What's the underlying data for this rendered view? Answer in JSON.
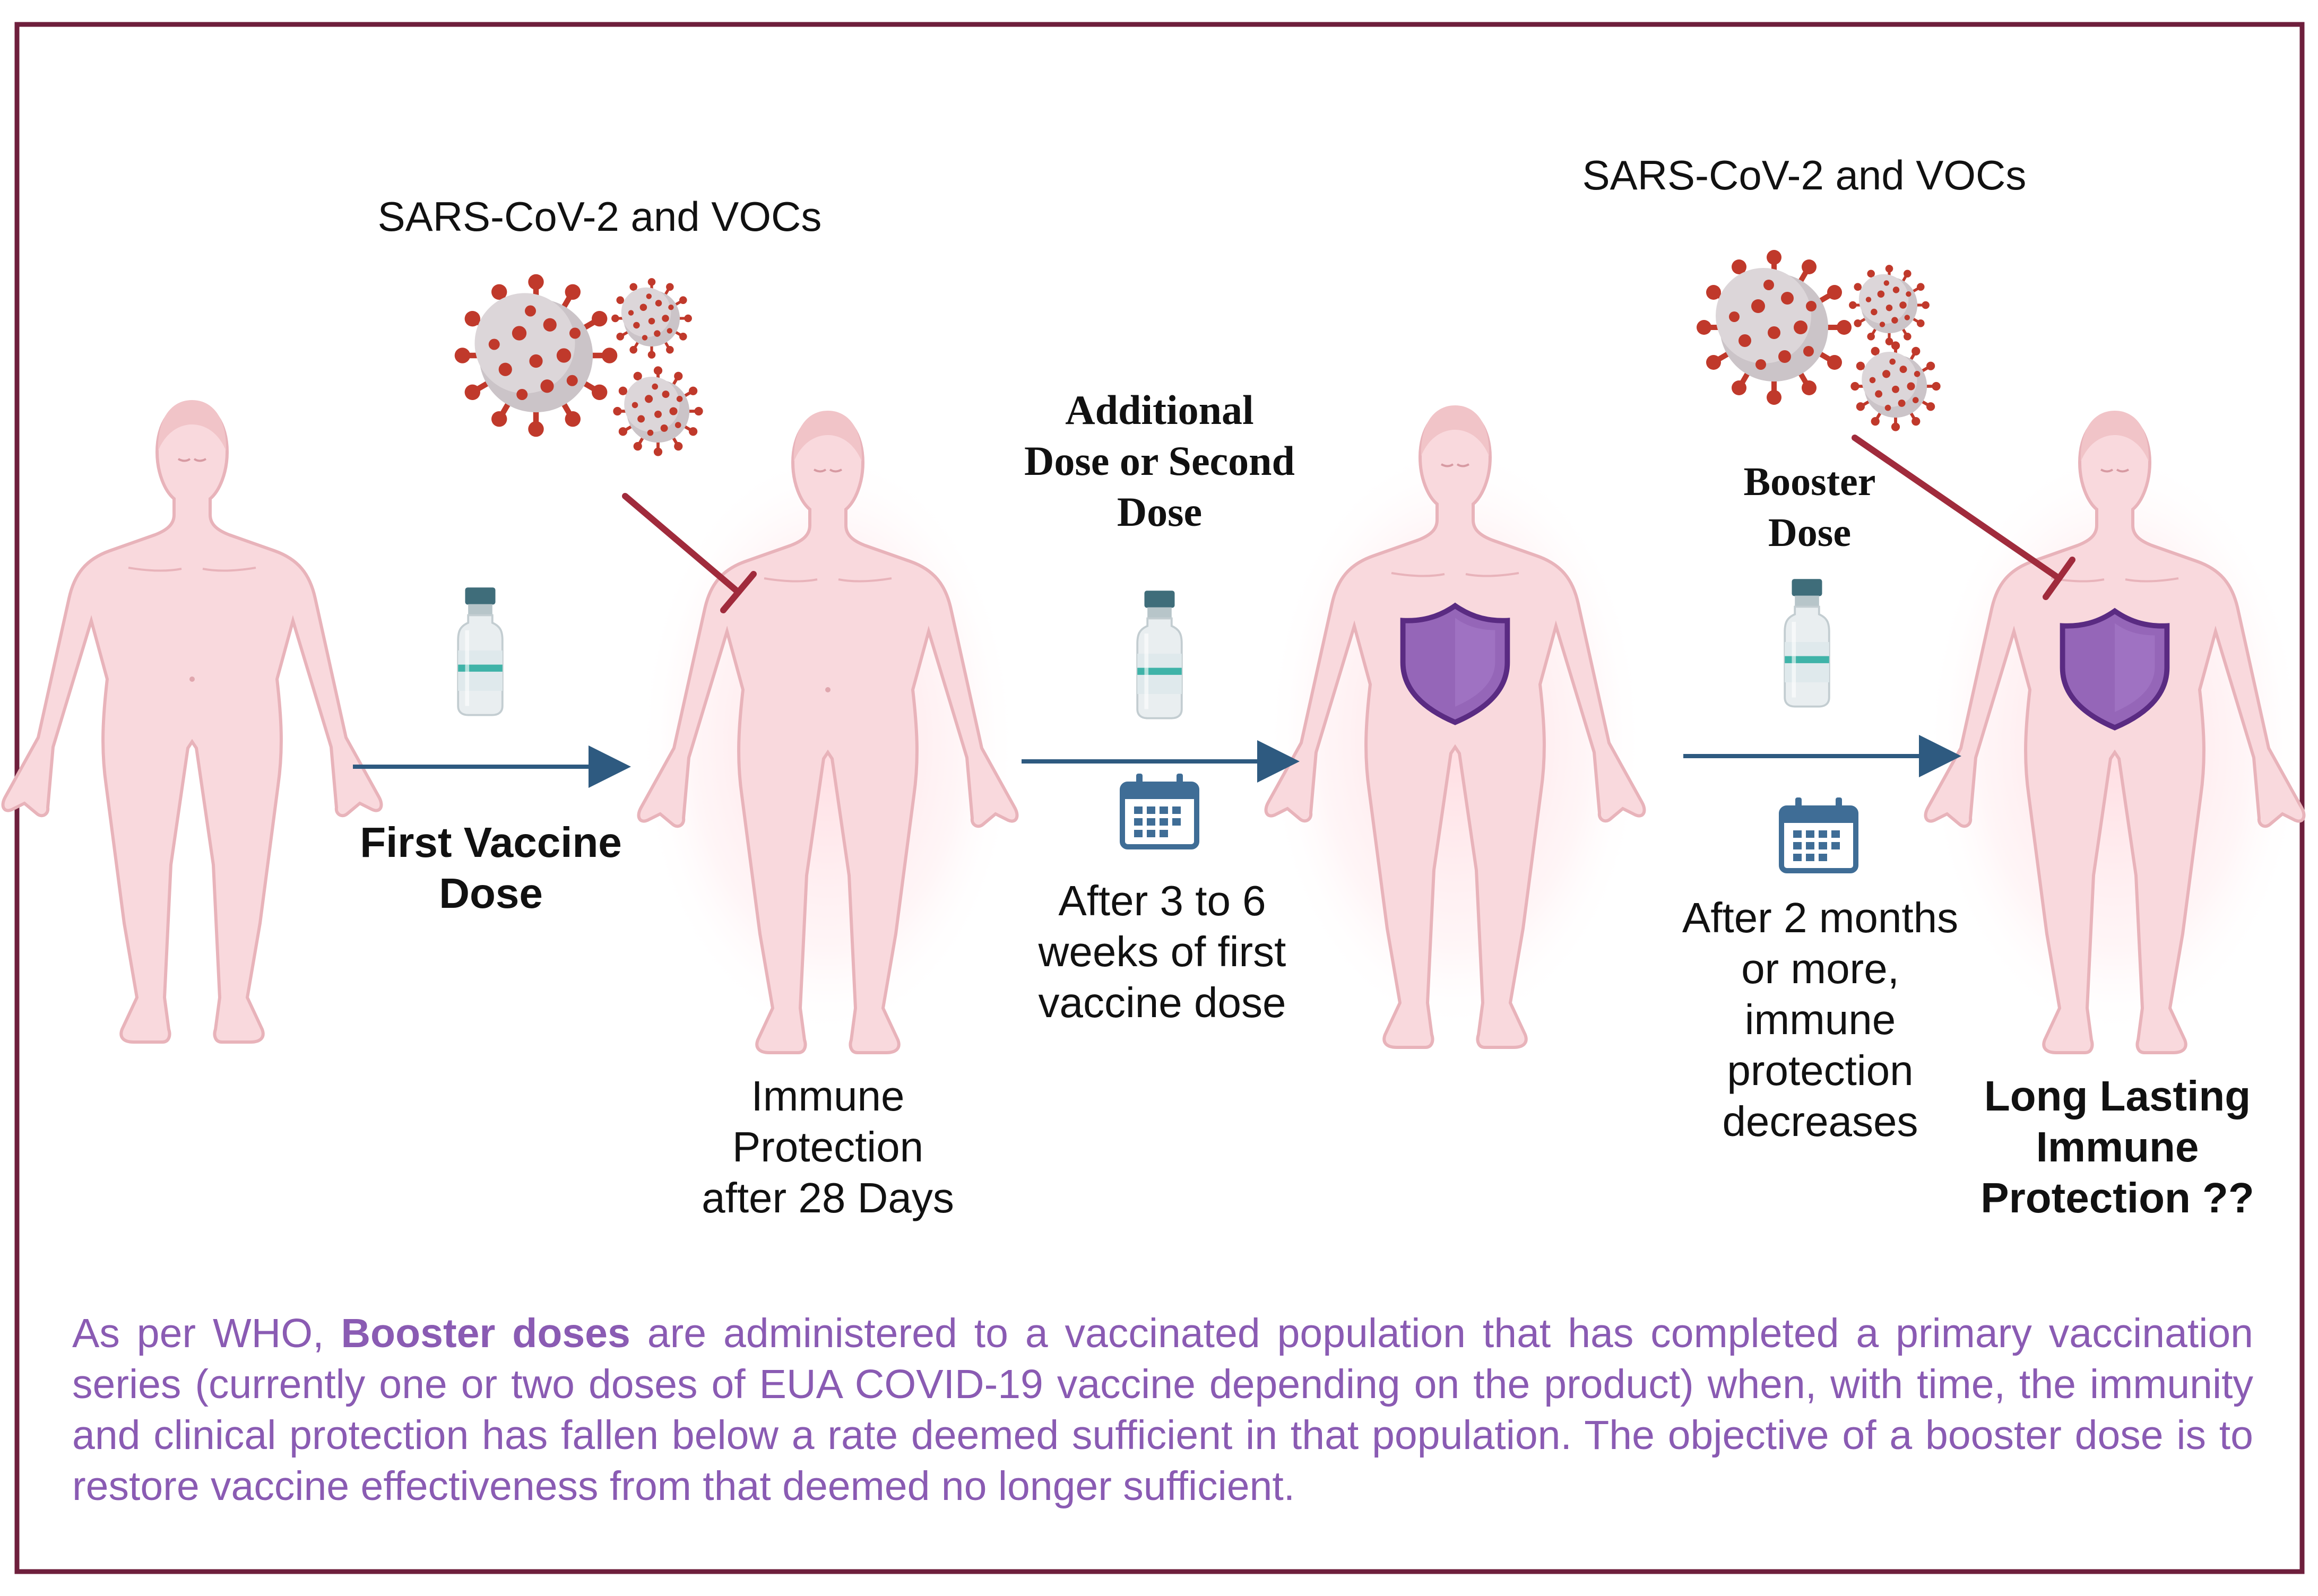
{
  "colors": {
    "frame": "#6e1f3c",
    "body_fill": "#f9d9dd",
    "body_stroke": "#e8b3ba",
    "skin": "#f3c3c6",
    "arrow": "#2e5a80",
    "inhibitor": "#a02b3c",
    "shield_fill": "#9566b8",
    "shield_stroke": "#5a2b82",
    "virus_body": "#c9c2c6",
    "virus_spike": "#c0392b",
    "note_text": "#8a5bb3",
    "calendar": "#3f6d96"
  },
  "virus_groups": [
    {
      "label": "SARS-CoV-2 and VOCs",
      "icon": "virus-icon"
    },
    {
      "label": "SARS-CoV-2 and VOCs",
      "icon": "virus-icon"
    }
  ],
  "steps": [
    {
      "label": "First Vaccine\nDose",
      "icon": "vaccine-vial-icon"
    },
    {
      "label": "Additional\nDose or Second\nDose",
      "icon": "vaccine-vial-icon",
      "timing": "After 3 to 6\nweeks of first\nvaccine dose",
      "timing_icon": "calendar-icon"
    },
    {
      "label": "Booster\nDose",
      "icon": "vaccine-vial-icon",
      "timing": "After 2 months\nor more,\nimmune\nprotection\ndecreases",
      "timing_icon": "calendar-icon"
    }
  ],
  "states": [
    {
      "label": ""
    },
    {
      "label": "Immune\nProtection\nafter 28 Days"
    },
    {
      "label": ""
    },
    {
      "label": "Long Lasting\nImmune\nProtection ??"
    }
  ],
  "shield_icon": "shield-icon",
  "person_icon": "human-figure-icon",
  "note": {
    "prefix": "As per WHO, ",
    "highlight": "Booster doses",
    "rest": " are administered to a vaccinated population that has completed a primary vaccination series (currently one or two doses of EUA COVID-19 vaccine depending on the product) when, with time, the immunity and clinical protection has fallen below a rate deemed sufficient in that population. The objective of a booster dose is to restore vaccine effectiveness from that deemed no longer sufficient."
  }
}
